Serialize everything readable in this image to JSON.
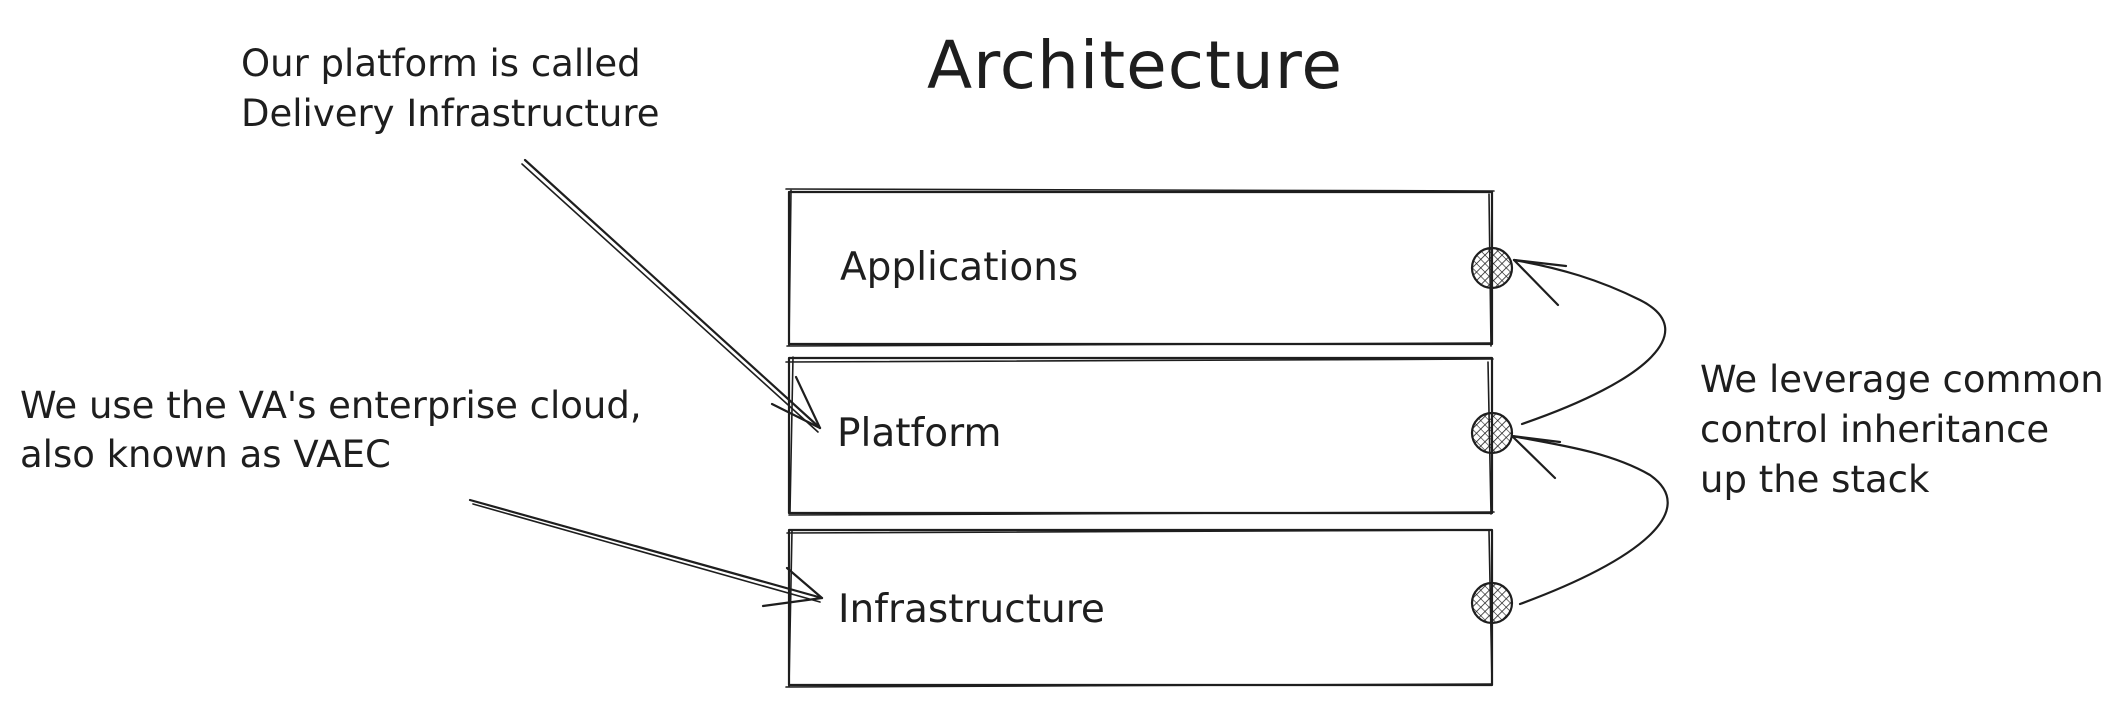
{
  "title": "Architecture",
  "annotations": {
    "platform_note": [
      "Our platform is called",
      "Delivery Infrastructure"
    ],
    "cloud_note": [
      "We use the VA's enterprise cloud,",
      "also known as VAEC"
    ],
    "inheritance_note": [
      "We leverage common",
      "control inheritance",
      "up the stack"
    ]
  },
  "layers": [
    {
      "label": "Applications"
    },
    {
      "label": "Platform"
    },
    {
      "label": "Infrastructure"
    }
  ],
  "colors": {
    "ink": "#1e1e1e",
    "background": "#ffffff"
  }
}
